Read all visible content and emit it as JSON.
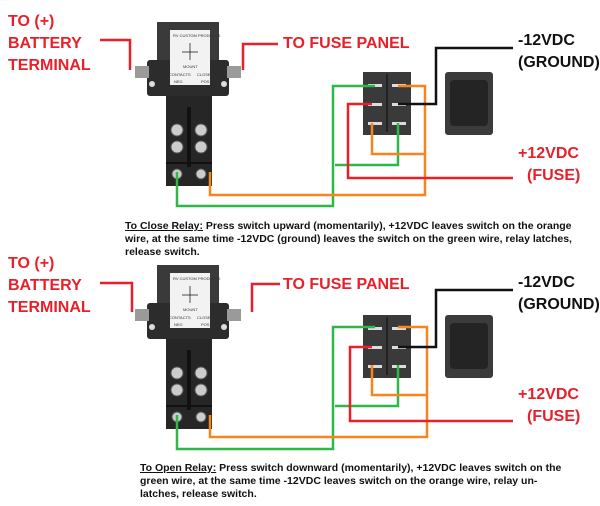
{
  "colors": {
    "positive": "#e8202a",
    "ground": "#111111",
    "green_wire": "#2eb84a",
    "orange_wire": "#f7851f"
  },
  "panels": [
    {
      "battery_label": [
        "TO (+)",
        "BATTERY",
        "TERMINAL"
      ],
      "fuse_panel_label": "TO FUSE PANEL",
      "ground_label": [
        "-12VDC",
        "(GROUND)"
      ],
      "fuse_label": [
        "+12VDC",
        "(FUSE)"
      ],
      "relay": {
        "brand": "RV CUSTOM PRODUCTS",
        "mount": "MOUNT",
        "contacts": "CONTACTS",
        "neg": "NEG",
        "closed": "CLOSED",
        "pos": "POS"
      },
      "note_title": "To Close Relay:",
      "note_text": " Press switch upward (momentarily), +12VDC leaves switch on the orange wire, at the same time -12VDC (ground) leaves the switch on the green wire, relay latches, release switch."
    },
    {
      "battery_label": [
        "TO (+)",
        "BATTERY",
        "TERMINAL"
      ],
      "fuse_panel_label": "TO FUSE PANEL",
      "ground_label": [
        "-12VDC",
        "(GROUND)"
      ],
      "fuse_label": [
        "+12VDC",
        "(FUSE)"
      ],
      "relay": {
        "brand": "RV CUSTOM PRODUCTS",
        "mount": "MOUNT",
        "contacts": "CONTACTS",
        "neg": "NEG",
        "closed": "CLOSED",
        "pos": "POS"
      },
      "note_title": "To Open Relay:",
      "note_text": " Press switch downward (momentarily), +12VDC leaves switch on the green wire, at the same time -12VDC leaves switch on the orange wire, relay un-latches, release switch."
    }
  ]
}
